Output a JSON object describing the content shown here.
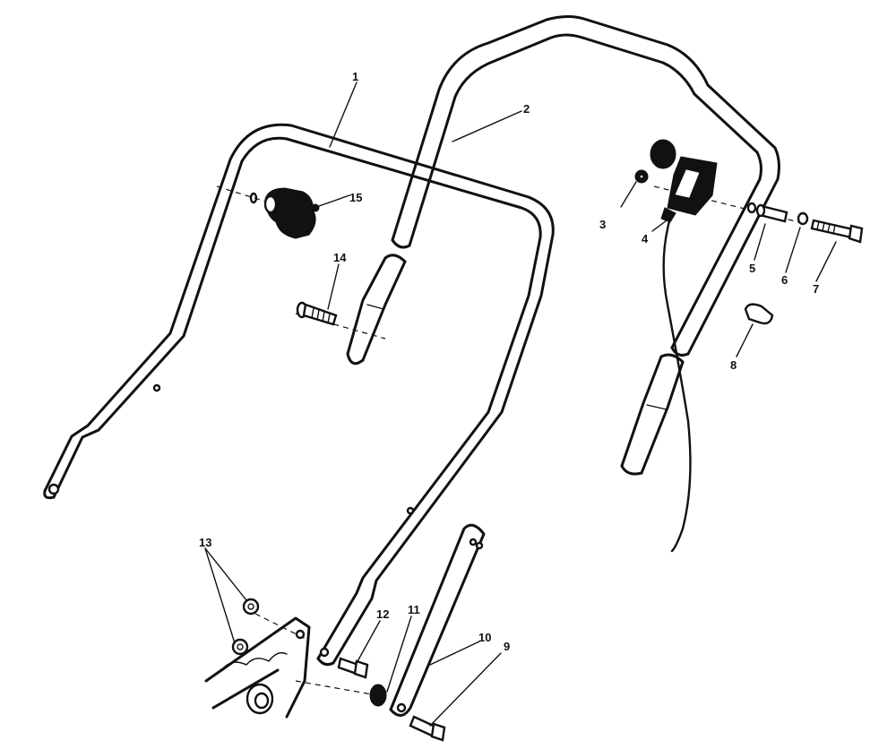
{
  "callouts": [
    {
      "id": "1",
      "label": "1",
      "part": "lower-handle"
    },
    {
      "id": "2",
      "label": "2",
      "part": "upper-handle"
    },
    {
      "id": "3",
      "label": "3",
      "part": "nut"
    },
    {
      "id": "4",
      "label": "4",
      "part": "throttle-control"
    },
    {
      "id": "5",
      "label": "5",
      "part": "spacer"
    },
    {
      "id": "6",
      "label": "6",
      "part": "washer"
    },
    {
      "id": "7",
      "label": "7",
      "part": "bolt"
    },
    {
      "id": "8",
      "label": "8",
      "part": "cable-clip"
    },
    {
      "id": "9",
      "label": "9",
      "part": "bolt"
    },
    {
      "id": "10",
      "label": "10",
      "part": "handle-brace"
    },
    {
      "id": "11",
      "label": "11",
      "part": "bushing"
    },
    {
      "id": "12",
      "label": "12",
      "part": "bolt"
    },
    {
      "id": "13",
      "label": "13",
      "part": "nuts"
    },
    {
      "id": "14",
      "label": "14",
      "part": "carriage-bolt"
    },
    {
      "id": "15",
      "label": "15",
      "part": "handle-knob"
    }
  ]
}
